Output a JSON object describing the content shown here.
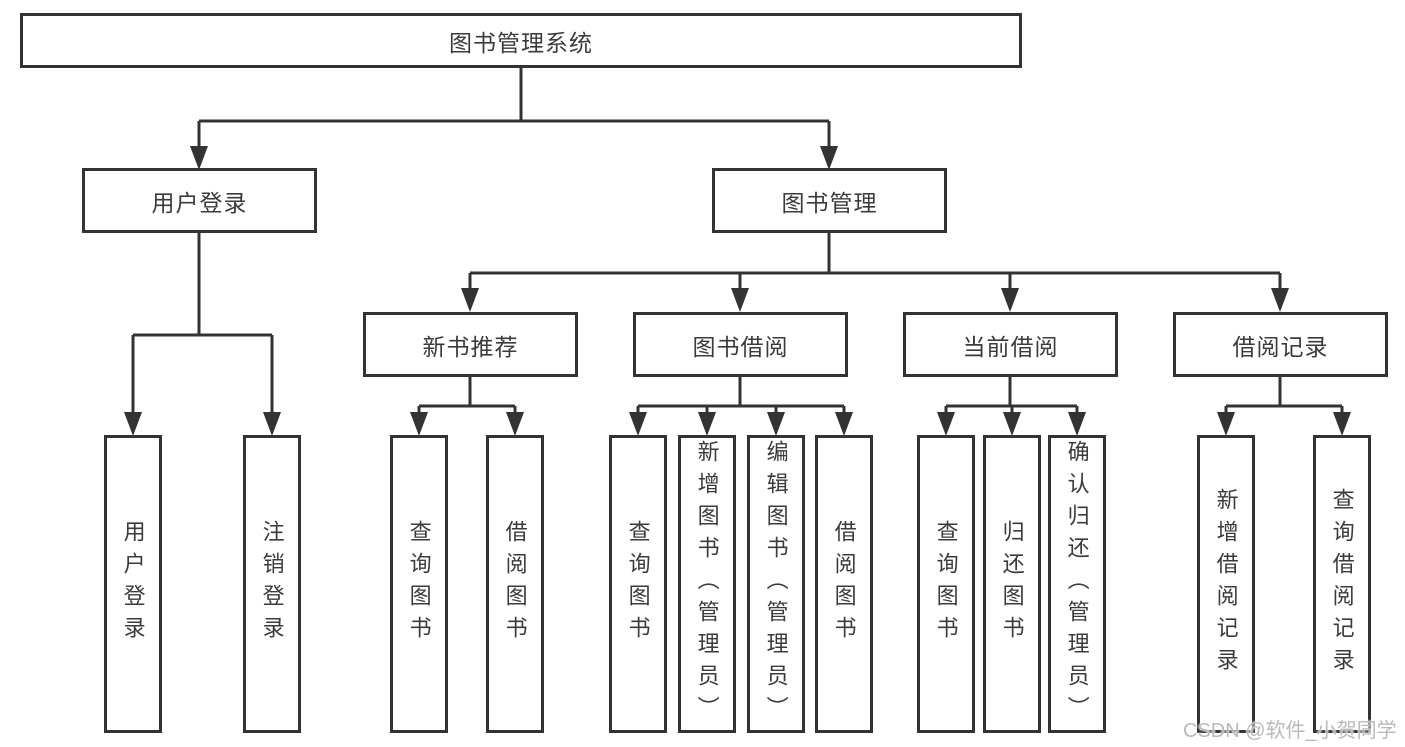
{
  "tree": {
    "root": {
      "label": "图书管理系统"
    },
    "branches": [
      {
        "label": "用户登录",
        "children": [
          {
            "label": "用户登录"
          },
          {
            "label": "注销登录"
          }
        ]
      },
      {
        "label": "图书管理",
        "children": [
          {
            "label": "新书推荐",
            "children": [
              {
                "label": "查询图书"
              },
              {
                "label": "借阅图书"
              }
            ]
          },
          {
            "label": "图书借阅",
            "children": [
              {
                "label": "查询图书"
              },
              {
                "label": "新增图书（管理员）"
              },
              {
                "label": "编辑图书（管理员）"
              },
              {
                "label": "借阅图书"
              }
            ]
          },
          {
            "label": "当前借阅",
            "children": [
              {
                "label": "查询图书"
              },
              {
                "label": "归还图书"
              },
              {
                "label": "确认归还（管理员）"
              }
            ]
          },
          {
            "label": "借阅记录",
            "children": [
              {
                "label": "新增借阅记录"
              },
              {
                "label": "查询借阅记录"
              }
            ]
          }
        ]
      }
    ]
  },
  "watermark": "CSDN @软件_小贺同学",
  "colors": {
    "line": "#333333",
    "text": "#3b3b3b",
    "watermark": "#b9b9b9",
    "background": "#ffffff"
  }
}
